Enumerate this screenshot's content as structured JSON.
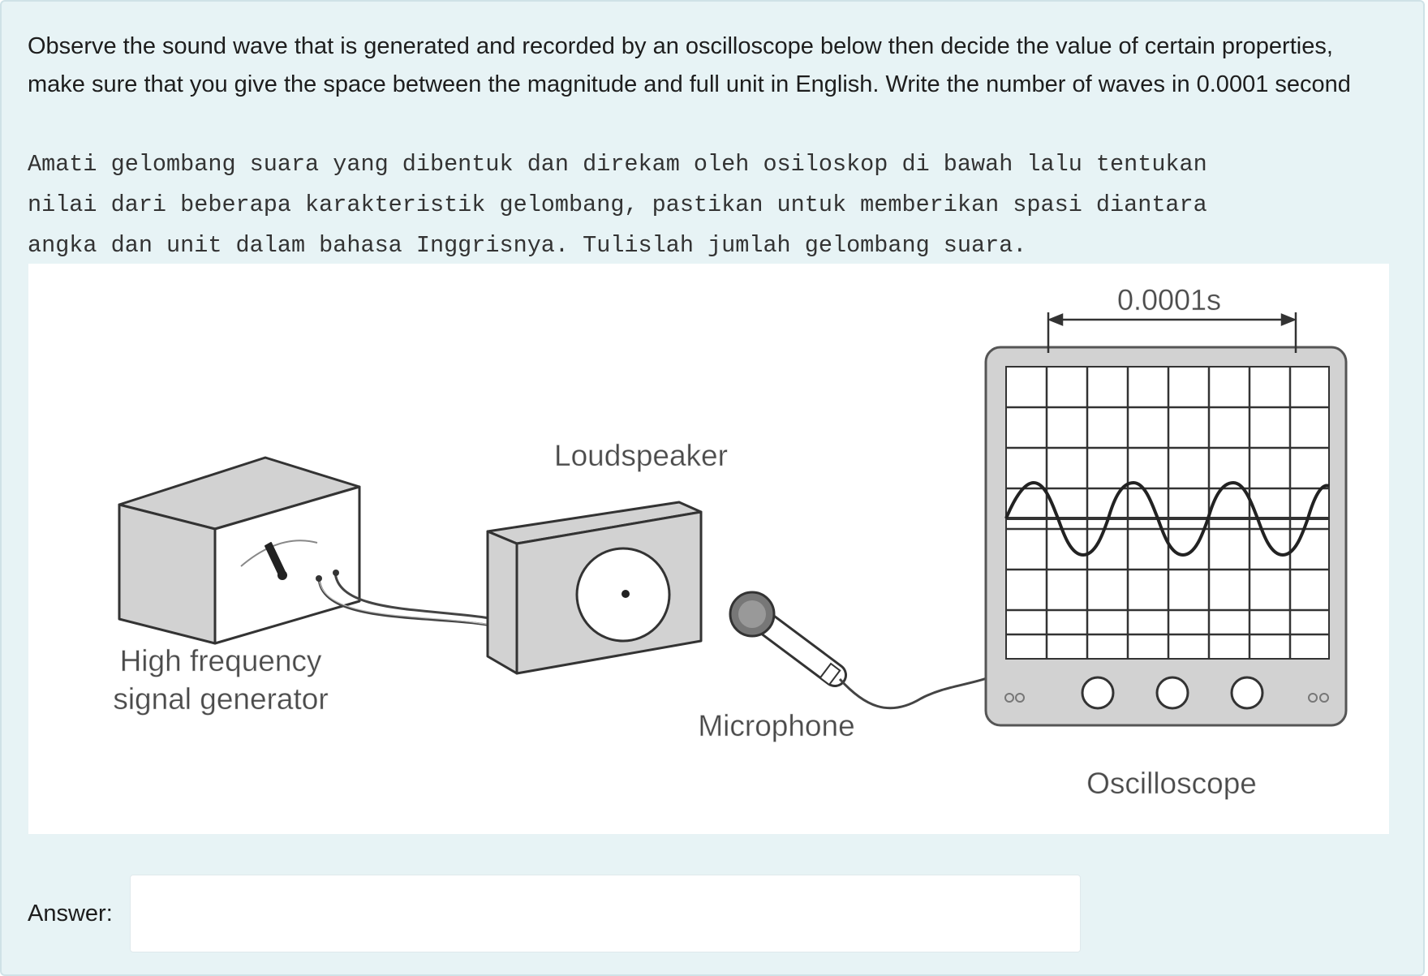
{
  "question": {
    "english": "Observe the sound wave that is generated and recorded by an oscilloscope below then decide the value of certain properties, make sure that you give the space between the magnitude and full unit in English. Write the number of waves in 0.0001 second",
    "indonesian": "Amati gelombang suara yang dibentuk dan direkam oleh osiloskop di bawah lalu tentukan\nnilai dari beberapa karakteristik gelombang, pastikan untuk memberikan spasi diantara\nangka dan unit dalam bahasa Inggrisnya. Tulislah jumlah gelombang suara."
  },
  "figure": {
    "time_label": "0.0001s",
    "loudspeaker_label": "Loudspeaker",
    "generator_label_line1": "High frequency",
    "generator_label_line2": "signal generator",
    "microphone_label": "Microphone",
    "oscilloscope_label": "Oscilloscope"
  },
  "answer": {
    "label": "Answer:",
    "value": ""
  }
}
